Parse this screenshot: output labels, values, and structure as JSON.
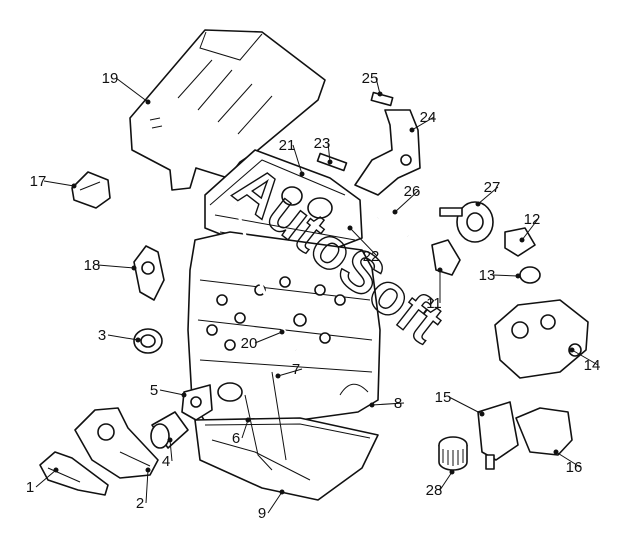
{
  "callouts": [
    "1",
    "2",
    "3",
    "4",
    "5",
    "6",
    "7",
    "8",
    "9",
    "11",
    "12",
    "13",
    "14",
    "15",
    "16",
    "17",
    "18",
    "19",
    "20",
    "21",
    "22",
    "23",
    "24",
    "25",
    "26",
    "27",
    "28"
  ],
  "watermark": "AutoSoft"
}
